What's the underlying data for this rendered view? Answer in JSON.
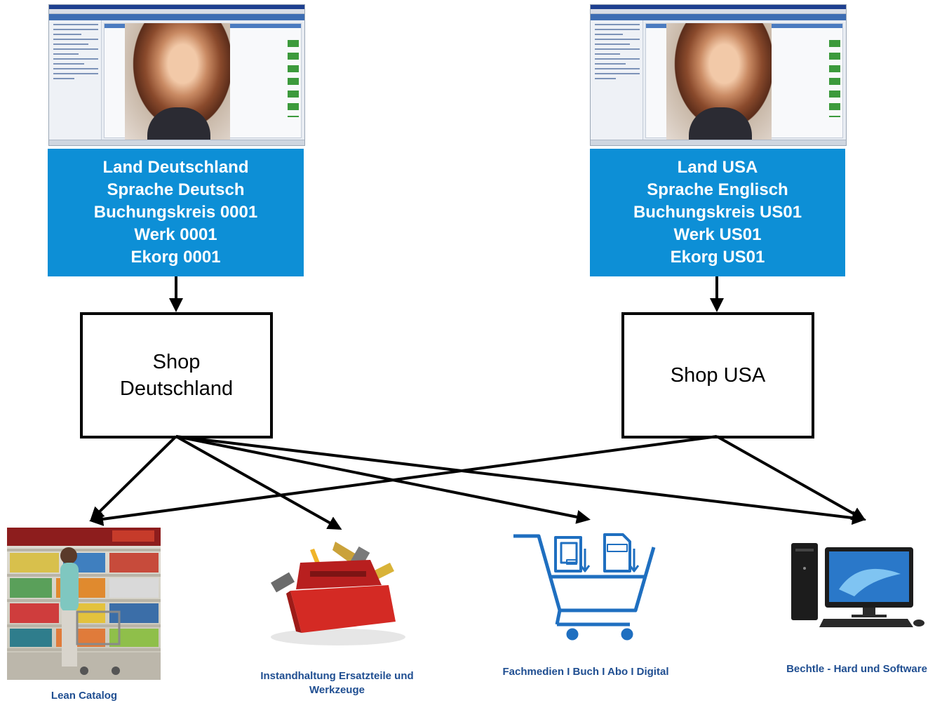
{
  "country_boxes": [
    {
      "lines": [
        "Land Deutschland",
        "Sprache Deutsch",
        "Buchungskreis 0001",
        "Werk 0001",
        "Ekorg 0001"
      ]
    },
    {
      "lines": [
        "Land USA",
        "Sprache Englisch",
        "Buchungskreis US01",
        "Werk US01",
        "Ekorg US01"
      ]
    }
  ],
  "shops": [
    {
      "label": "Shop\nDeutschland"
    },
    {
      "label": "Shop USA"
    }
  ],
  "catalogs": [
    {
      "label": "Lean Catalog",
      "icon": "supermarket-photo"
    },
    {
      "label": "Instandhaltung Ersatzteile und Werkzeuge",
      "icon": "toolbox-icon"
    },
    {
      "label": "Fachmedien I Buch I Abo I Digital",
      "icon": "shopping-cart-ebook-icon"
    },
    {
      "label": "Bechtle - Hard und Software",
      "icon": "desktop-computer-icon"
    }
  ],
  "colors": {
    "box_blue": "#0d8fd6",
    "label_blue": "#1f4e91",
    "cart_blue": "#1f6fc0"
  }
}
